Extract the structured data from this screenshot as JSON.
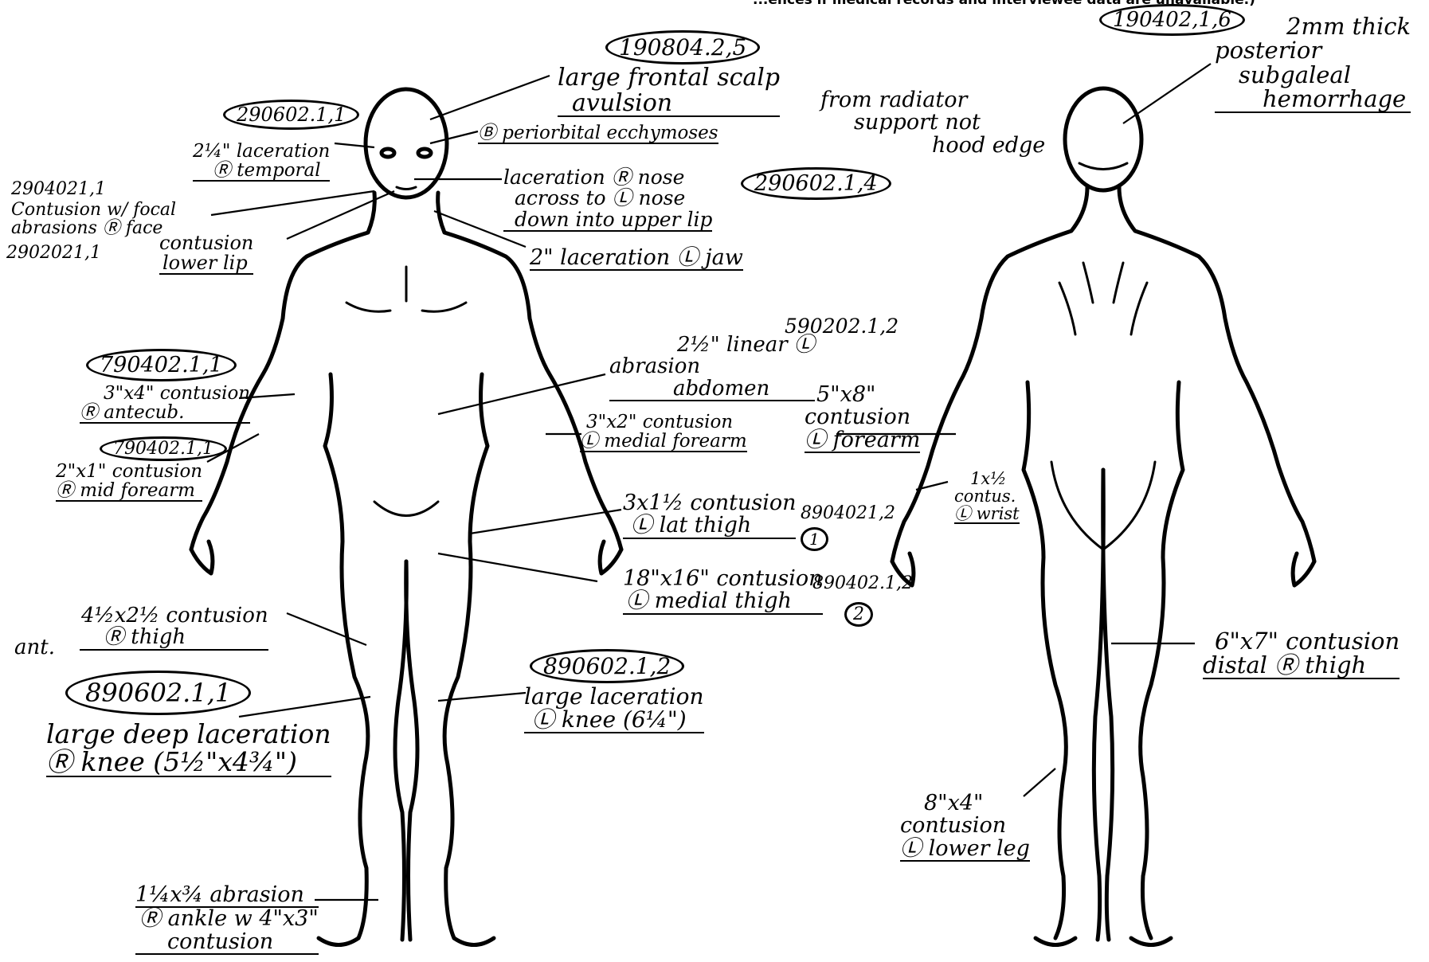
{
  "header_cut_text": "...ences if medical records and interviewee data are unavailable.)",
  "codes": {
    "scalp": "190804.2,5",
    "temporal": "290602.1,1",
    "face_left": "2904021,1",
    "face_left_2": "2902021,1",
    "nose": "290602.1,4",
    "posterior_head": "190402,1,6",
    "abdomen": "590202.1,2",
    "antecub": "790402.1,1",
    "midforearm": "790402.1,1",
    "lat_thigh": "8904021,2",
    "lat_thigh_mark": "1",
    "medial_thigh": "890402.1,2",
    "medial_thigh_mark": "2",
    "knee_right": "890602.1,1",
    "knee_left": "890602.1,2"
  },
  "notes": {
    "scalp": [
      "large frontal scalp",
      "avulsion"
    ],
    "radiator": [
      "from radiator",
      "support not",
      "hood edge"
    ],
    "periorbital": "Ⓑ periorbital ecchymoses",
    "temporal": [
      "2¼\" laceration",
      "Ⓡ temporal"
    ],
    "face_contusion": [
      "Contusion w/ focal",
      "abrasions Ⓡ face"
    ],
    "lip": [
      "contusion",
      "lower lip"
    ],
    "nose": [
      "laceration Ⓡ nose",
      "across to Ⓛ nose",
      "down into upper lip"
    ],
    "jaw": "2\" laceration Ⓛ jaw",
    "posterior": [
      "2mm thick",
      "posterior",
      "subgaleal",
      "hemorrhage"
    ],
    "abdomen": [
      "2½\" linear Ⓛ",
      "abrasion",
      "abdomen"
    ],
    "antecub": [
      "3\"x4\" contusion",
      "Ⓡ antecub."
    ],
    "midforearm": [
      "2\"x1\" contusion",
      "Ⓡ mid forearm"
    ],
    "medial_forearm": [
      "3\"x2\" contusion",
      "Ⓛ medial forearm"
    ],
    "forearm_5x8": [
      "5\"x8\"",
      "contusion",
      "Ⓛ forearm"
    ],
    "wrist": [
      "1x½",
      "contus.",
      "Ⓛ wrist"
    ],
    "lat_thigh": [
      "3x1½ contusion",
      "Ⓛ lat thigh"
    ],
    "medial_thigh": [
      "18\"x16\" contusion",
      "Ⓛ medial thigh"
    ],
    "ant_thigh_prefix": "ant.",
    "ant_thigh": [
      "4½x2½ contusion",
      "Ⓡ thigh"
    ],
    "knee_right": [
      "large deep laceration",
      "Ⓡ knee (5½\"x4¾\")"
    ],
    "knee_left": [
      "large laceration",
      "Ⓛ knee (6¼\")"
    ],
    "distal_thigh": [
      "6\"x7\" contusion",
      "distal Ⓡ thigh"
    ],
    "lower_leg": [
      "8\"x4\"",
      "contusion",
      "Ⓛ lower leg"
    ],
    "ankle": [
      "1¼x¾ abrasion",
      "Ⓡ ankle w 4\"x3\"",
      "contusion"
    ]
  }
}
